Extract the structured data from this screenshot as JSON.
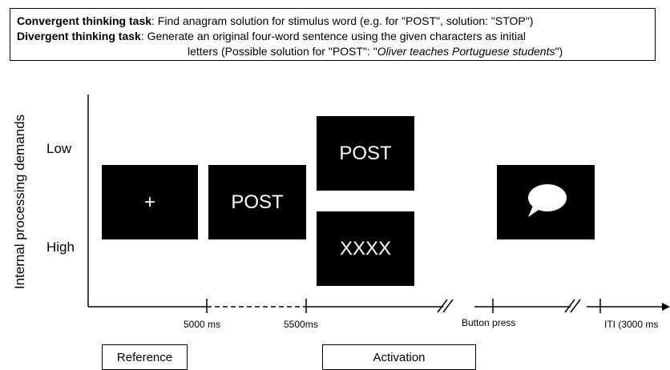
{
  "task_box": {
    "convergent_label": "Convergent thinking task",
    "convergent_text": ": Find anagram solution for stimulus word (e.g. for \"POST\", solution: \"STOP\")",
    "divergent_label": "Divergent thinking task",
    "divergent_text": ": Generate an original four-word sentence using the given characters as initial",
    "divergent_cont_prefix": "letters (Possible solution for \"POST\": \"",
    "divergent_cont_example": "Oliver teaches Portuguese students",
    "divergent_cont_suffix": "\")"
  },
  "axis": {
    "y_title": "Internal processing demands",
    "level_low": "Low",
    "level_high": "High"
  },
  "screens": {
    "fixation": "+",
    "stimulus": "POST",
    "low_demand_stimulus": "POST",
    "high_demand_stimulus": "XXXX"
  },
  "timeline": {
    "tick_5000": "5000 ms",
    "tick_5500": "5500ms",
    "tick_button": "Button press",
    "tick_iti": "ITI (3000 ms"
  },
  "phases": {
    "reference": "Reference",
    "activation": "Activation"
  },
  "colors": {
    "screen_background": "#000000",
    "screen_text": "#ffffff",
    "line": "#000000"
  },
  "icons": {
    "response_screen": "speech-bubble-icon"
  }
}
